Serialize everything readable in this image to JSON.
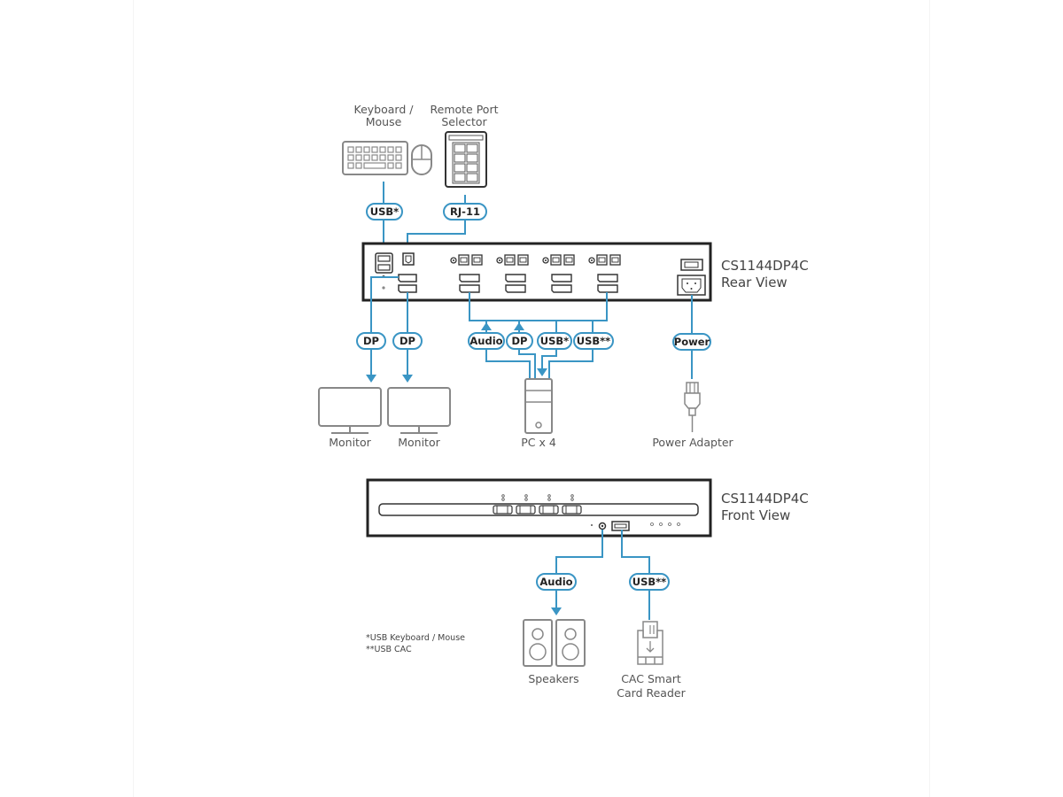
{
  "diagram": {
    "rear_view": {
      "model": "CS1144DP4C",
      "view": "Rear View"
    },
    "front_view": {
      "model": "CS1144DP4C",
      "view": "Front View"
    },
    "devices": {
      "keyboard_mouse": {
        "label_line1": "Keyboard /",
        "label_line2": "Mouse"
      },
      "remote_port_selector": {
        "label_line1": "Remote Port",
        "label_line2": "Selector"
      },
      "monitor_1": {
        "label": "Monitor"
      },
      "monitor_2": {
        "label": "Monitor"
      },
      "pc": {
        "label": "PC x 4"
      },
      "power_adapter": {
        "label": "Power Adapter"
      },
      "speakers": {
        "label": "Speakers"
      },
      "cac_reader": {
        "label_line1": "CAC Smart",
        "label_line2": "Card Reader"
      }
    },
    "cables": {
      "kbd_usb": "USB*",
      "rj11": "RJ-11",
      "dp_1": "DP",
      "dp_2": "DP",
      "pc_audio": "Audio",
      "pc_dp": "DP",
      "pc_usb": "USB*",
      "pc_usb_cac": "USB**",
      "power": "Power",
      "front_audio": "Audio",
      "front_usb_cac": "USB**"
    },
    "footnotes": [
      "*USB Keyboard / Mouse",
      "**USB CAC"
    ],
    "colors": {
      "cable": "#3a95c4",
      "device_outline": "#888888",
      "panel_outline": "#222222"
    }
  }
}
